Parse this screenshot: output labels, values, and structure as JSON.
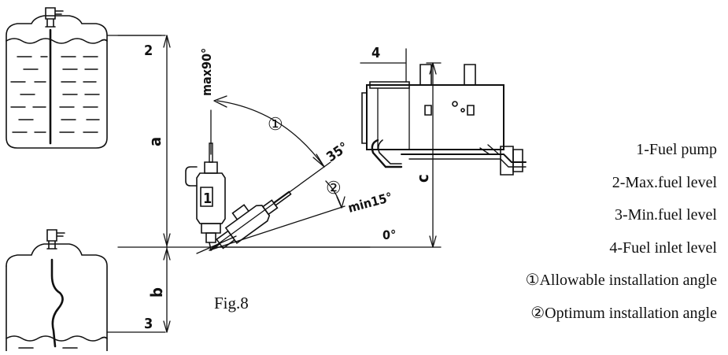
{
  "labels": {
    "max_level_num": "2",
    "min_level_num": "3",
    "inlet_level_num": "4",
    "dim_a": "a",
    "dim_b": "b",
    "dim_c": "c",
    "pump_num": "1",
    "angle_max": "max90°",
    "angle_35": "35°",
    "angle_min": "min15°",
    "angle_zero": "0°",
    "circle_1": "①",
    "circle_2": "②"
  },
  "caption": "Fig.8",
  "legend": [
    "1-Fuel pump",
    "2-Max.fuel level",
    "3-Min.fuel level",
    "4-Fuel inlet level",
    "①Allowable installation angle",
    "②Optimum installation angle"
  ]
}
